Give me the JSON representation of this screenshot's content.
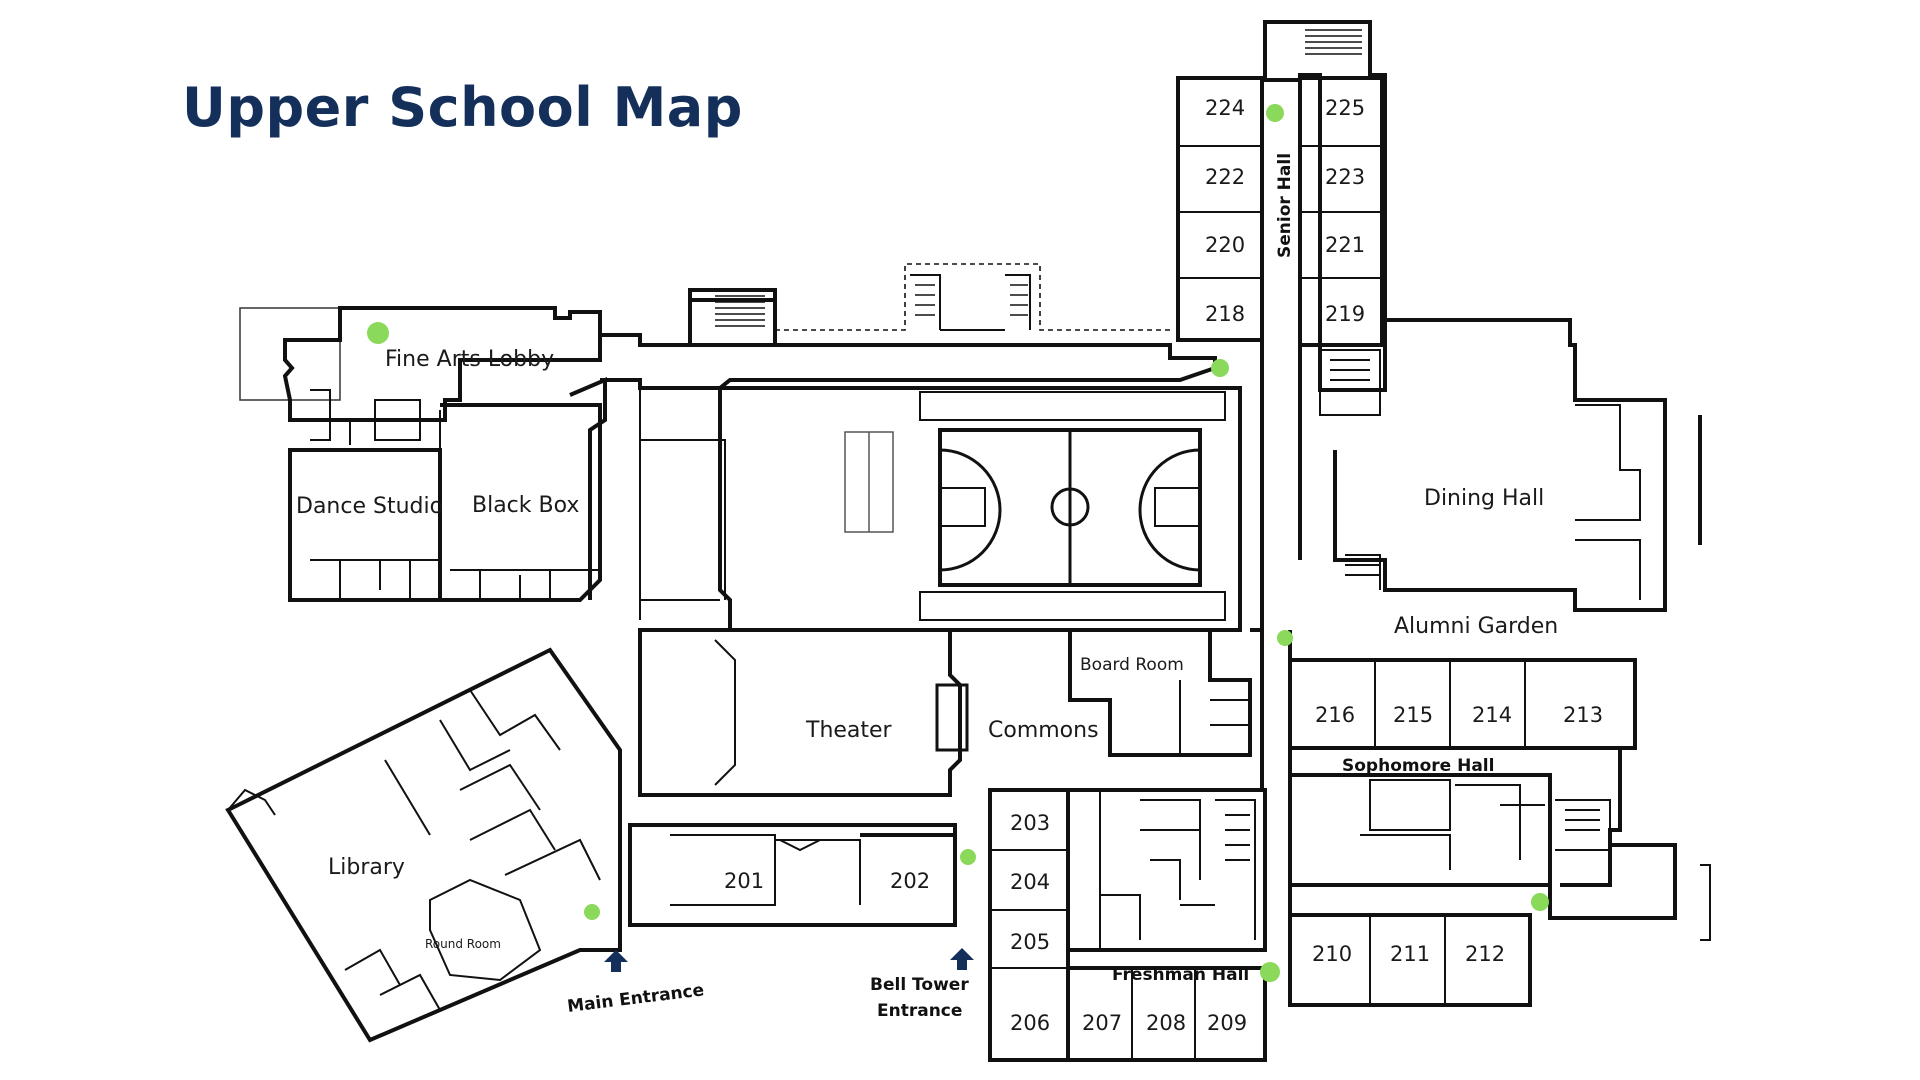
{
  "title": "Upper School Map",
  "colors": {
    "title": "#14305a",
    "marker": "#8ad95a",
    "arrow": "#14305a",
    "walls": "#111111"
  },
  "labels": {
    "fine_arts_lobby": "Fine Arts Lobby",
    "dance_studio": "Dance Studio",
    "black_box": "Black Box",
    "dining_hall": "Dining Hall",
    "alumni_garden": "Alumni Garden",
    "board_room": "Board Room",
    "theater": "Theater",
    "commons": "Commons",
    "library": "Library",
    "round_room": "Round Room"
  },
  "halls": {
    "senior": "Senior Hall",
    "sophomore": "Sophomore Hall",
    "freshman": "Freshman Hall"
  },
  "entrances": {
    "main": "Main Entrance",
    "bell_tower_line1": "Bell Tower",
    "bell_tower_line2": "Entrance"
  },
  "rooms": {
    "r224": "224",
    "r225": "225",
    "r222": "222",
    "r223": "223",
    "r220": "220",
    "r221": "221",
    "r218": "218",
    "r219": "219",
    "r216": "216",
    "r215": "215",
    "r214": "214",
    "r213": "213",
    "r203": "203",
    "r204": "204",
    "r205": "205",
    "r201": "201",
    "r202": "202",
    "r206": "206",
    "r207": "207",
    "r208": "208",
    "r209": "209",
    "r210": "210",
    "r211": "211",
    "r212": "212"
  }
}
